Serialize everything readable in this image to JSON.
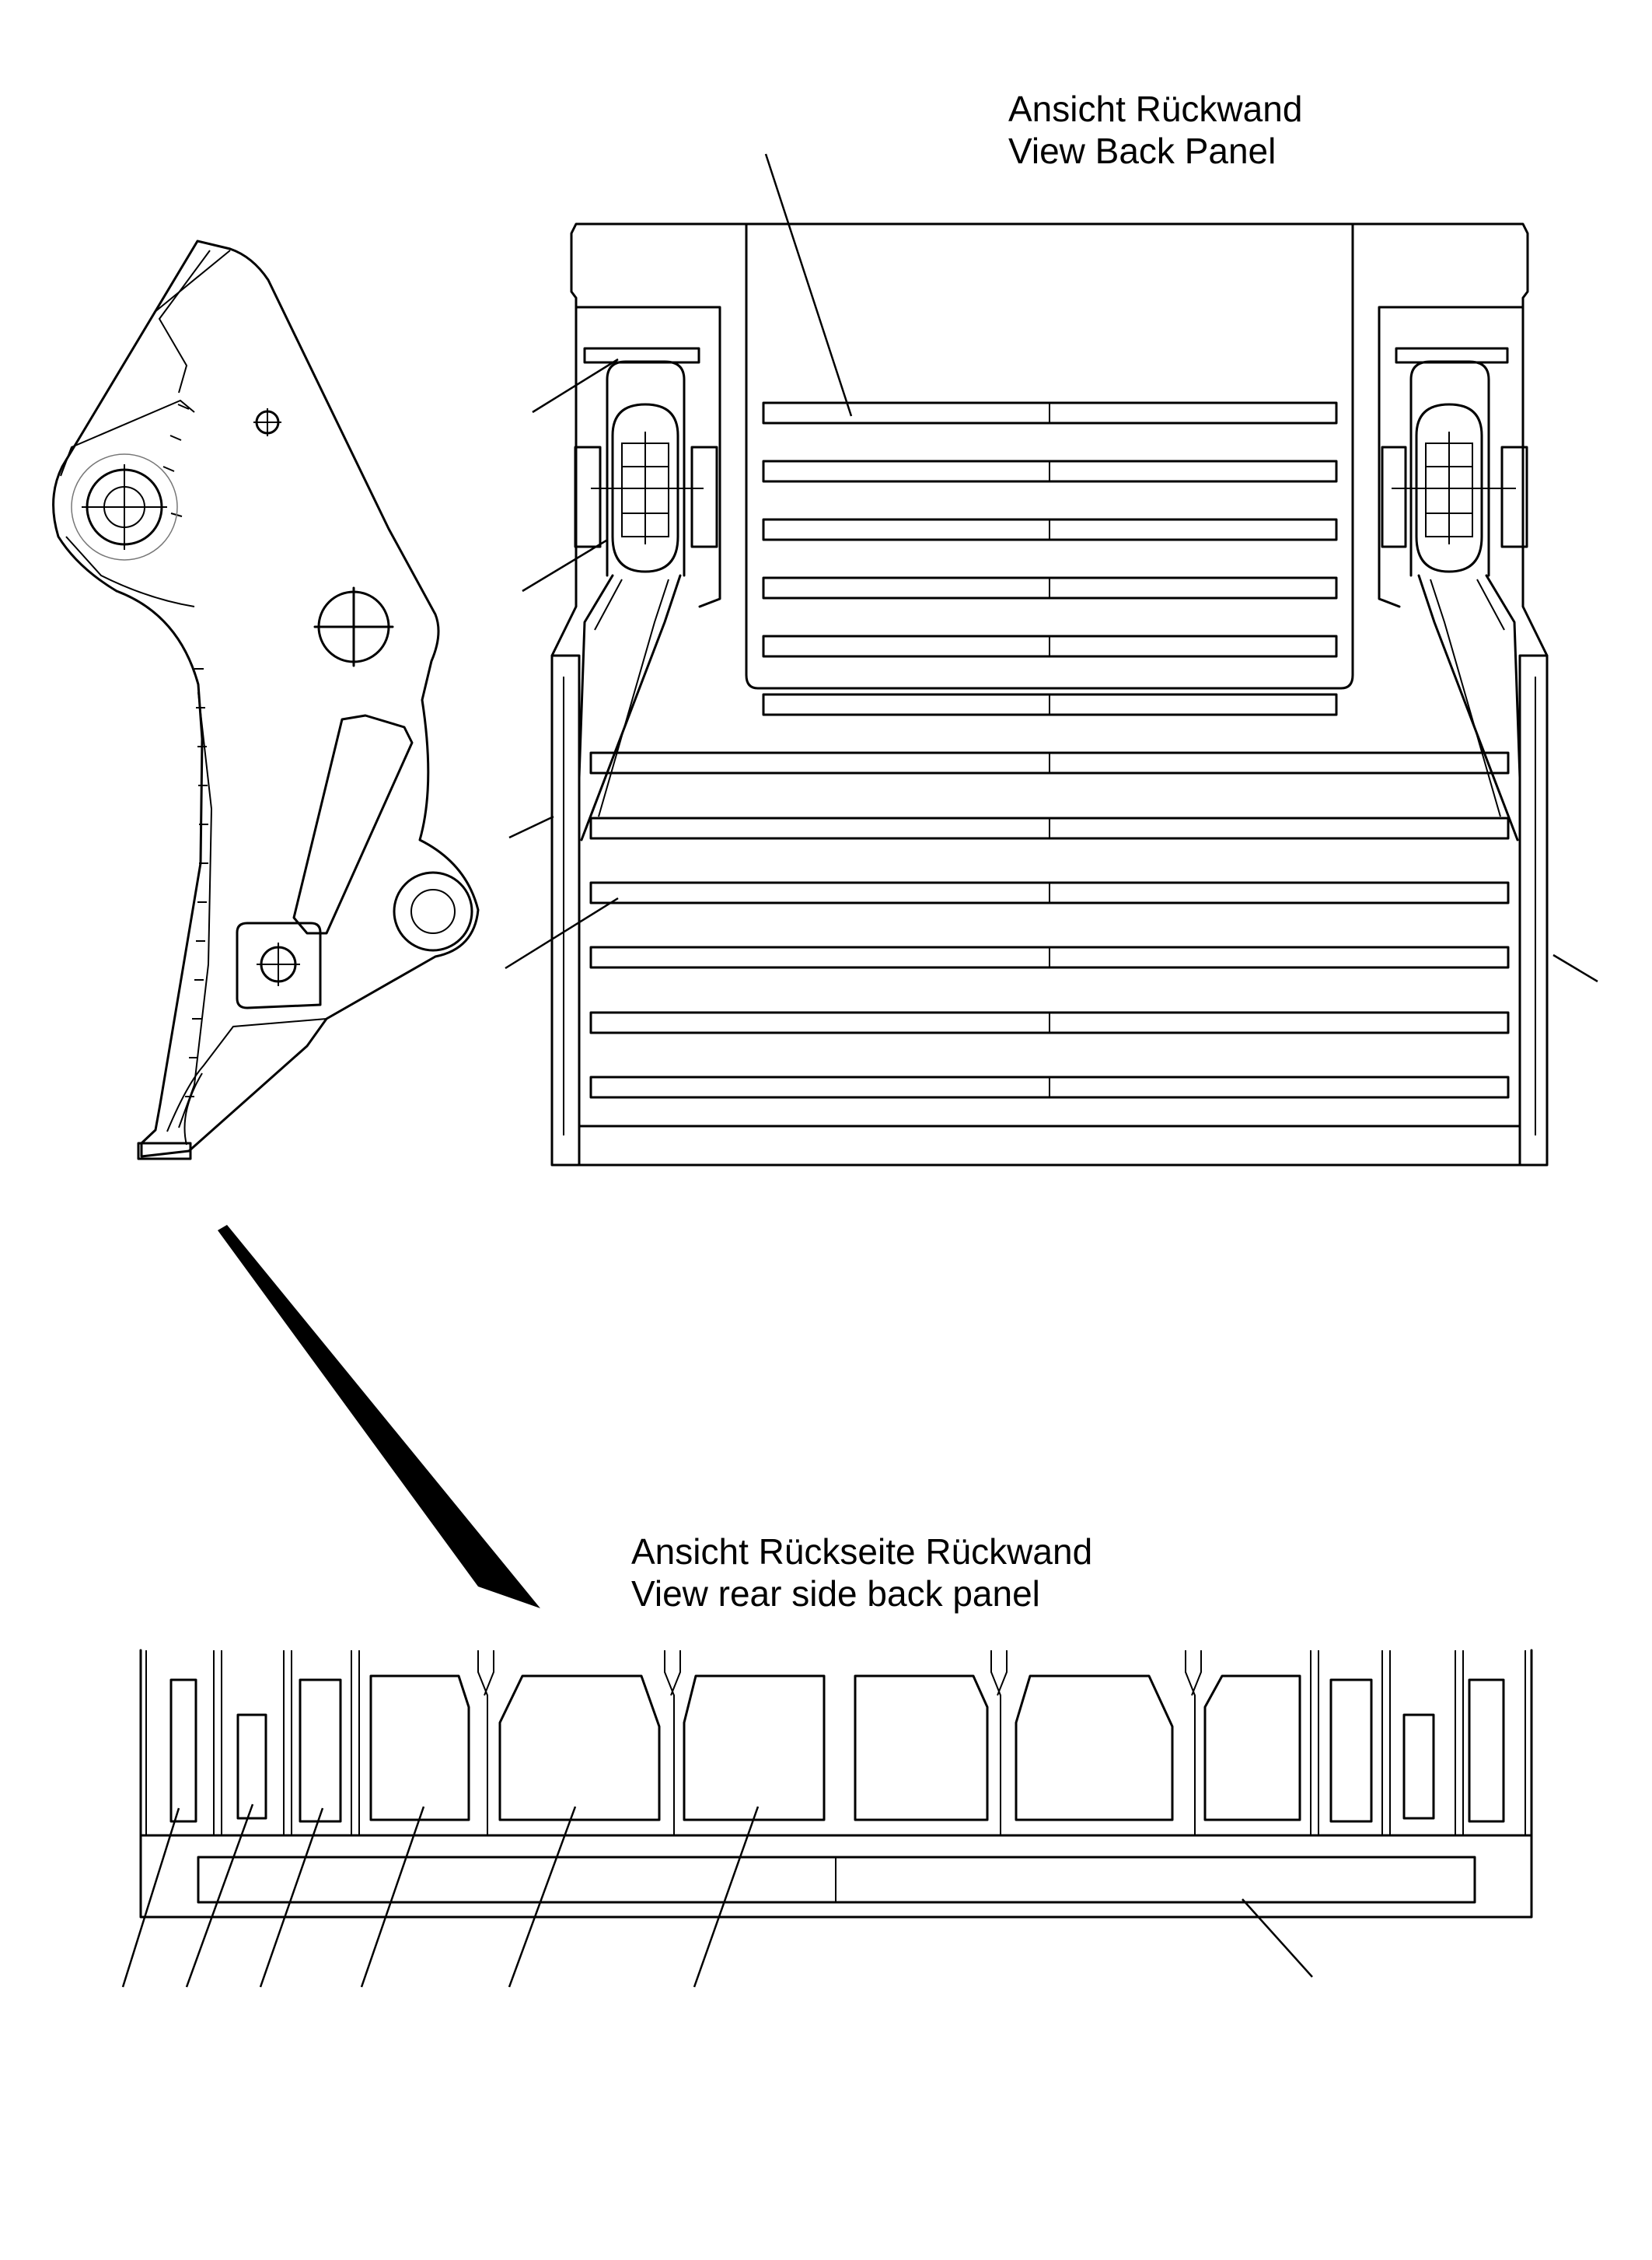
{
  "captions": {
    "back_panel": {
      "de": "Ansicht Rückwand",
      "en": "View Back Panel"
    },
    "rear_side": {
      "de": "Ansicht Rückseite Rückwand",
      "en": "View rear side back panel"
    }
  },
  "colors": {
    "line": "#000000",
    "background": "#ffffff"
  }
}
